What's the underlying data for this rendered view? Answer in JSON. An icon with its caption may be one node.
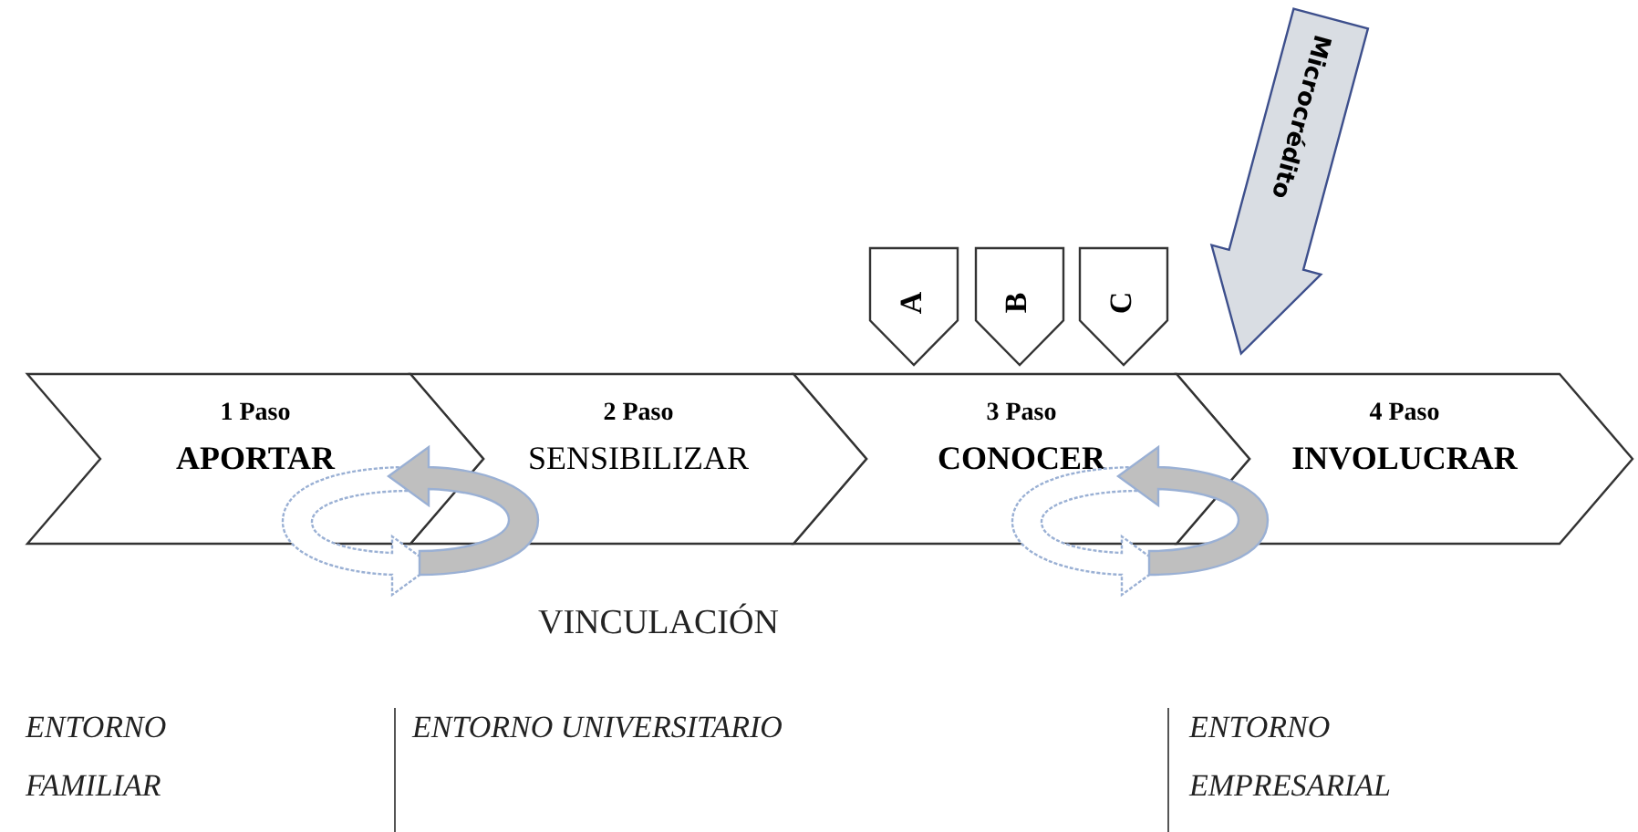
{
  "diagram": {
    "nodes": [
      {
        "text": [
          "1 Paso",
          "APORTAR"
        ]
      },
      {
        "text": [
          "2 Paso",
          "SENSIBILIZAR"
        ]
      },
      {
        "text": [
          "3 Paso",
          "CONOCER"
        ]
      },
      {
        "text": [
          "4 Paso",
          "INVOLUCRAR"
        ]
      },
      {
        "text": [
          "A"
        ]
      },
      {
        "text": [
          "B"
        ]
      },
      {
        "text": [
          "C"
        ]
      },
      {
        "text": [
          "Microcrédito"
        ]
      }
    ],
    "labels": [
      "VINCULACIÓN",
      "ENTORNO FAMILIAR",
      "ENTORNO UNIVERSITARIO",
      "ENTORNO EMPRESARIAL"
    ]
  }
}
